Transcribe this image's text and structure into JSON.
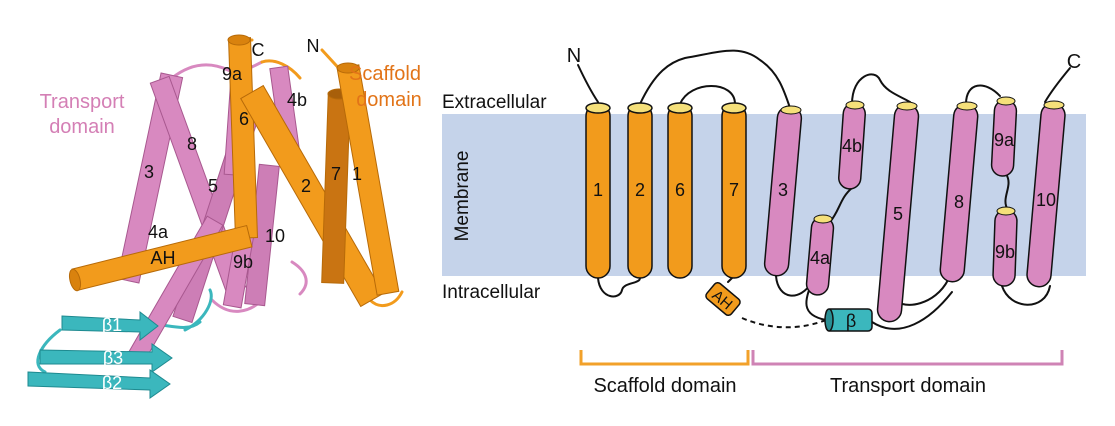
{
  "colors": {
    "scaffold": "#f29b1c",
    "scaffold_dark": "#d9820e",
    "transport": "#d889c0",
    "transport_dark": "#c470aa",
    "beta": "#3bb7bd",
    "membrane": "#c5d3ea",
    "scaffold_label": "#e27418",
    "transport_label": "#d47fb5",
    "bracket_scaffold": "#f2a12a",
    "bracket_transport": "#cf83b5"
  },
  "left_panel": {
    "transport_domain_label": [
      "Transport",
      "domain"
    ],
    "scaffold_domain_label": [
      "Scaffold",
      "domain"
    ],
    "terminus_n": "N",
    "terminus_c": "C",
    "helix_labels": {
      "h9a": "9a",
      "h4b": "4b",
      "h6": "6",
      "h8": "8",
      "h3": "3",
      "h5": "5",
      "h2": "2",
      "h7": "7",
      "h1": "1",
      "h4a": "4a",
      "h10": "10",
      "ah": "AH",
      "h9b": "9b"
    },
    "strand_labels": [
      "β1",
      "β3",
      "β2"
    ]
  },
  "right_panel": {
    "extracellular": "Extracellular",
    "membrane": "Membrane",
    "intracellular": "Intracellular",
    "terminus_n": "N",
    "terminus_c": "C",
    "scaffold_helices": [
      "1",
      "2",
      "6",
      "7"
    ],
    "ah_label": "AH",
    "beta_label": "β",
    "transport_helices": {
      "h3": "3",
      "h4b": "4b",
      "h4a": "4a",
      "h5": "5",
      "h8": "8",
      "h9a": "9a",
      "h9b": "9b",
      "h10": "10"
    },
    "scaffold_bracket_label": "Scaffold domain",
    "transport_bracket_label": "Transport domain"
  }
}
